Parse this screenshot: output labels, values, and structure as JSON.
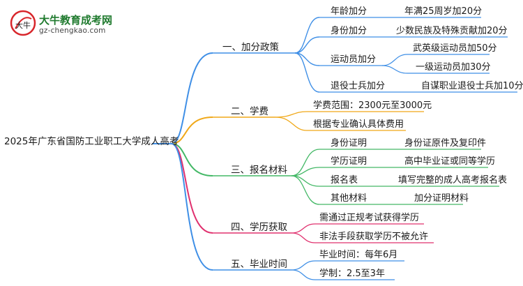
{
  "logo": {
    "mark_text": "大牛",
    "title": "大牛教育成考网",
    "url": "gz-chengkao.com"
  },
  "root": "2025年广东省国防工业职工大学成人高考",
  "colors": {
    "blue": "#3f8fe6",
    "orange": "#f0a818",
    "green": "#43b866",
    "magenta": "#e0306e",
    "logo_red": "#d8262b",
    "logo_green": "#1f7a2e"
  },
  "branches": [
    {
      "label": "一、加分政策",
      "items": [
        {
          "label": "年龄加分",
          "detail": "年满25周岁加20分"
        },
        {
          "label": "身份加分",
          "detail": "少数民族及特殊贡献加20分"
        },
        {
          "label": "运动员加分",
          "details": [
            "武英级运动员加50分",
            "一级运动员加30分"
          ]
        },
        {
          "label": "退役士兵加分",
          "detail": "自谋职业退役士兵加10分"
        }
      ]
    },
    {
      "label": "二、学费",
      "items": [
        {
          "label": "学费范围：2300元至3000元"
        },
        {
          "label": "根据专业确认具体费用"
        }
      ]
    },
    {
      "label": "三、报名材料",
      "items": [
        {
          "label": "身份证明",
          "detail": "身份证原件及复印件"
        },
        {
          "label": "学历证明",
          "detail": "高中毕业证或同等学历"
        },
        {
          "label": "报名表",
          "detail": "填写完整的成人高考报名表"
        },
        {
          "label": "其他材料",
          "detail": "加分证明材料"
        }
      ]
    },
    {
      "label": "四、学历获取",
      "items": [
        {
          "label": "需通过正规考试获得学历"
        },
        {
          "label": "非法手段获取学历不被允许"
        }
      ]
    },
    {
      "label": "五、毕业时间",
      "items": [
        {
          "label": "毕业时间：每年6月"
        },
        {
          "label": "学制：2.5至3年"
        }
      ]
    }
  ]
}
